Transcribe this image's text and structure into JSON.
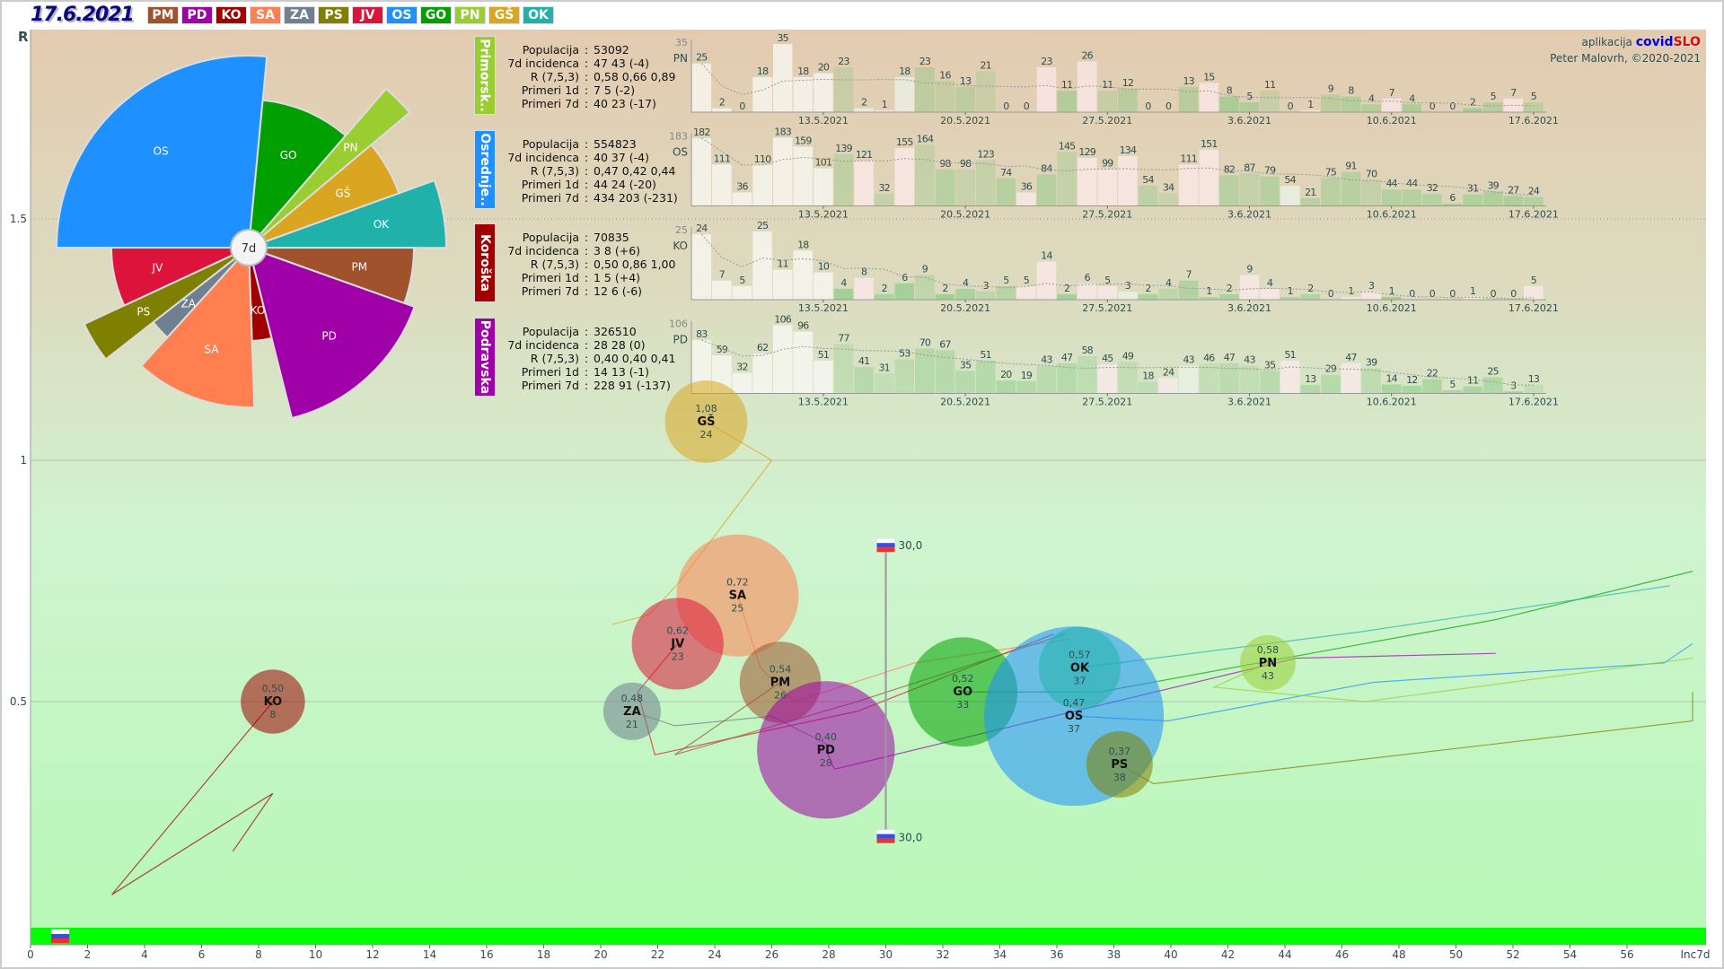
{
  "header": {
    "date": "17.6.2021"
  },
  "legend": [
    {
      "code": "PM",
      "color": "#a0522d"
    },
    {
      "code": "PD",
      "color": "#a000a8"
    },
    {
      "code": "KO",
      "color": "#a00000"
    },
    {
      "code": "SA",
      "color": "#ff7f50"
    },
    {
      "code": "ZA",
      "color": "#708090"
    },
    {
      "code": "PS",
      "color": "#808000"
    },
    {
      "code": "JV",
      "color": "#dc143c"
    },
    {
      "code": "OS",
      "color": "#1e90ff"
    },
    {
      "code": "GO",
      "color": "#00a000"
    },
    {
      "code": "PN",
      "color": "#9acd32"
    },
    {
      "code": "GŠ",
      "color": "#daa520"
    },
    {
      "code": "OK",
      "color": "#20b2aa"
    }
  ],
  "credits": {
    "prefix": "aplikacija",
    "brand1": "covid",
    "brand2": "SLO",
    "author": "Peter Malovrh, ©2020-2021"
  },
  "pie": {
    "center_label": "7d",
    "order": [
      "OS",
      "GO",
      "PN",
      "GŠ",
      "OK",
      "PM",
      "PD",
      "KO",
      "SA",
      "ZA",
      "PS",
      "JV"
    ]
  },
  "panels": [
    {
      "name": "Primorsk..",
      "code": "PN",
      "color": "#9acd32",
      "max_label": "35",
      "stats": [
        [
          "Populacija",
          "53092"
        ],
        [
          "7d incidenca",
          "47 43 (-4)"
        ],
        [
          "R (7,5,3)",
          "0,58 0,66 0,89"
        ],
        [
          "Primeri 1d",
          "7 5 (-2)"
        ],
        [
          "Primeri 7d",
          "40 23 (-17)"
        ]
      ],
      "bars": [
        25,
        2,
        0,
        18,
        35,
        18,
        20,
        23,
        2,
        1,
        18,
        23,
        16,
        13,
        21,
        0,
        0,
        23,
        11,
        26,
        11,
        12,
        0,
        0,
        13,
        15,
        8,
        5,
        11,
        0,
        1,
        9,
        8,
        4,
        7,
        4,
        0,
        0,
        2,
        5,
        7,
        5
      ]
    },
    {
      "name": "Osrednje..",
      "code": "OS",
      "color": "#1e90ff",
      "max_label": "183",
      "stats": [
        [
          "Populacija",
          "554823"
        ],
        [
          "7d incidenca",
          "40 37 (-4)"
        ],
        [
          "R (7,5,3)",
          "0,47 0,42 0,44"
        ],
        [
          "Primeri 1d",
          "44 24 (-20)"
        ],
        [
          "Primeri 7d",
          "434 203 (-231)"
        ]
      ],
      "bars": [
        182,
        111,
        36,
        110,
        183,
        159,
        101,
        139,
        121,
        32,
        155,
        164,
        98,
        98,
        123,
        74,
        36,
        84,
        145,
        129,
        99,
        134,
        54,
        34,
        111,
        151,
        82,
        87,
        79,
        54,
        21,
        75,
        91,
        70,
        44,
        44,
        32,
        6,
        31,
        39,
        27,
        24
      ]
    },
    {
      "name": "Koroška",
      "code": "KO",
      "color": "#a00000",
      "max_label": "25",
      "stats": [
        [
          "Populacija",
          "70835"
        ],
        [
          "7d incidenca",
          "3 8 (+6)"
        ],
        [
          "R (7,5,3)",
          "0,50 0,86 1,00"
        ],
        [
          "Primeri 1d",
          "1 5 (+4)"
        ],
        [
          "Primeri 7d",
          "12 6 (-6)"
        ]
      ],
      "bars": [
        24,
        7,
        5,
        25,
        11,
        18,
        10,
        4,
        8,
        2,
        6,
        9,
        2,
        4,
        3,
        5,
        5,
        14,
        2,
        6,
        5,
        3,
        2,
        4,
        7,
        1,
        2,
        9,
        4,
        1,
        2,
        0,
        1,
        3,
        1,
        0,
        0,
        0,
        1,
        0,
        0,
        5
      ]
    },
    {
      "name": "Podravska",
      "code": "PD",
      "color": "#a000a8",
      "max_label": "106",
      "stats": [
        [
          "Populacija",
          "326510"
        ],
        [
          "7d incidenca",
          "28 28 (0)"
        ],
        [
          "R (7,5,3)",
          "0,40 0,40 0,41"
        ],
        [
          "Primeri 1d",
          "14 13 (-1)"
        ],
        [
          "Primeri 7d",
          "228 91 (-137)"
        ]
      ],
      "bars": [
        83,
        59,
        32,
        62,
        106,
        96,
        51,
        77,
        41,
        31,
        53,
        70,
        67,
        35,
        51,
        20,
        19,
        43,
        47,
        58,
        45,
        49,
        18,
        24,
        43,
        46,
        47,
        43,
        35,
        51,
        13,
        29,
        47,
        39,
        14,
        12,
        22,
        5,
        11,
        25,
        3,
        13
      ]
    }
  ],
  "bar_dates": [
    "13.5.2021",
    "20.5.2021",
    "27.5.2021",
    "3.6.2021",
    "10.6.2021",
    "17.6.2021"
  ],
  "slovenia": {
    "inc7d": 30.0,
    "label_top": "30,0",
    "label_bottom": "30,0",
    "r_top": 0.81,
    "r_bottom": 0.22
  },
  "chart_data": {
    "type": "scatter",
    "title": "17.6.2021",
    "xlabel": "Inc7d",
    "ylabel": "R",
    "xlim": [
      0,
      58
    ],
    "ylim": [
      0,
      1.9
    ],
    "xticks": [
      "0",
      "2",
      "4",
      "6",
      "8",
      "10",
      "12",
      "14",
      "16",
      "18",
      "20",
      "22",
      "24",
      "26",
      "28",
      "30",
      "32",
      "34",
      "36",
      "38",
      "40",
      "42",
      "44",
      "46",
      "48",
      "50",
      "52",
      "54",
      "56"
    ],
    "yticks": [
      {
        "v": 0.5,
        "label": "0.5"
      },
      {
        "v": 1,
        "label": "1"
      },
      {
        "v": 1.5,
        "label": "1.5"
      }
    ],
    "points": [
      {
        "code": "KO",
        "r": 0.5,
        "r_label": "0,50",
        "inc": 8.5,
        "inc_label": "8",
        "population": 70835,
        "trail": [
          [
            2.85,
            0.1
          ],
          [
            8.5,
            0.31
          ],
          [
            7.1,
            0.19
          ]
        ]
      },
      {
        "code": "GŠ",
        "r": 1.08,
        "r_label": "1,08",
        "inc": 23.7,
        "inc_label": "24",
        "population": 117000,
        "trail": [
          [
            26.0,
            1.0
          ],
          [
            22.8,
            0.75
          ],
          [
            21.7,
            0.68
          ],
          [
            20.4,
            0.66
          ]
        ]
      },
      {
        "code": "SA",
        "r": 0.72,
        "r_label": "0,72",
        "inc": 24.8,
        "inc_label": "25",
        "population": 257000,
        "trail": [
          [
            25.6,
            0.57
          ],
          [
            26.8,
            0.5
          ],
          [
            31,
            0.58
          ],
          [
            36.5,
            0.63
          ]
        ]
      },
      {
        "code": "JV",
        "r": 0.62,
        "r_label": "0,62",
        "inc": 22.7,
        "inc_label": "23",
        "population": 145000,
        "trail": [
          [
            21.3,
            0.52
          ],
          [
            21.9,
            0.39
          ],
          [
            29,
            0.48
          ],
          [
            35.9,
            0.64
          ]
        ]
      },
      {
        "code": "ZA",
        "r": 0.48,
        "r_label": "0,48",
        "inc": 21.1,
        "inc_label": "21",
        "population": 57000,
        "trail": [
          [
            22.6,
            0.45
          ],
          [
            26,
            0.47
          ],
          [
            28,
            0.41
          ]
        ]
      },
      {
        "code": "PM",
        "r": 0.54,
        "r_label": "0,54",
        "inc": 26.3,
        "inc_label": "26",
        "population": 114000,
        "trail": [
          [
            22.6,
            0.39
          ],
          [
            29,
            0.5
          ],
          [
            36.3,
            0.64
          ]
        ]
      },
      {
        "code": "PD",
        "r": 0.4,
        "r_label": "0,40",
        "inc": 27.9,
        "inc_label": "28",
        "population": 326510,
        "trail": [
          [
            28.2,
            0.36
          ],
          [
            35.2,
            0.46
          ],
          [
            44.4,
            0.59
          ],
          [
            51.4,
            0.6
          ]
        ]
      },
      {
        "code": "GO",
        "r": 0.52,
        "r_label": "0,52",
        "inc": 32.7,
        "inc_label": "33",
        "population": 206000,
        "trail": [
          [
            37.5,
            0.52
          ],
          [
            51.4,
            0.67
          ],
          [
            58.3,
            0.77
          ]
        ]
      },
      {
        "code": "OS",
        "r": 0.47,
        "r_label": "0,47",
        "inc": 36.6,
        "inc_label": "37",
        "population": 554823,
        "trail": [
          [
            39.9,
            0.46
          ],
          [
            47.1,
            0.54
          ],
          [
            57.3,
            0.58
          ],
          [
            58.3,
            0.62
          ]
        ]
      },
      {
        "code": "OK",
        "r": 0.57,
        "r_label": "0,57",
        "inc": 36.8,
        "inc_label": "37",
        "population": 116000,
        "trail": [
          [
            46.7,
            0.645
          ],
          [
            57.5,
            0.74
          ]
        ]
      },
      {
        "code": "PS",
        "r": 0.37,
        "r_label": "0,37",
        "inc": 38.2,
        "inc_label": "38",
        "population": 76000,
        "trail": [
          [
            39.4,
            0.33
          ],
          [
            58.3,
            0.46
          ],
          [
            58.3,
            0.52
          ]
        ]
      },
      {
        "code": "PN",
        "r": 0.58,
        "r_label": "0,58",
        "inc": 43.4,
        "inc_label": "43",
        "population": 53092,
        "trail": [
          [
            41.5,
            0.53
          ],
          [
            46.8,
            0.5
          ],
          [
            58.3,
            0.59
          ]
        ]
      }
    ]
  }
}
